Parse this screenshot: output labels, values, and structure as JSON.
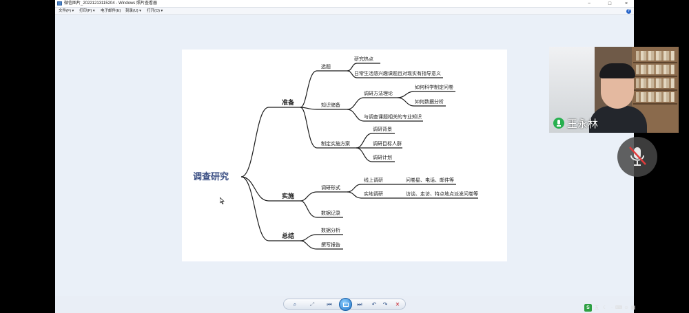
{
  "window": {
    "title": "微信图片_20221213115204 - Windows 照片查看器",
    "controls": {
      "minimize": "−",
      "maximize": "□",
      "close": "×"
    }
  },
  "menu": {
    "items": [
      {
        "label": "文件(F)"
      },
      {
        "label": "打印(P)"
      },
      {
        "label": "电子邮件(E)"
      },
      {
        "label": "刻录(U)"
      },
      {
        "label": "打开(O)"
      }
    ],
    "help": "?"
  },
  "mindmap": {
    "root": "调查研究",
    "branches": [
      {
        "label": "准备",
        "children": [
          {
            "label": "选题",
            "children": [
              {
                "label": "研究热点"
              },
              {
                "label": "日常生活感兴趣课题且对现实有指导意义"
              }
            ]
          },
          {
            "label": "知识储备",
            "children": [
              {
                "label": "调研方法理论",
                "children": [
                  {
                    "label": "如何科学制定问卷"
                  },
                  {
                    "label": "如何数据分析"
                  }
                ]
              },
              {
                "label": "与调查课题相关的专业知识"
              }
            ]
          },
          {
            "label": "制定实施方案",
            "children": [
              {
                "label": "调研背景"
              },
              {
                "label": "调研目标人群"
              },
              {
                "label": "调研计划"
              }
            ]
          }
        ]
      },
      {
        "label": "实施",
        "children": [
          {
            "label": "调研形式",
            "children": [
              {
                "label": "线上调研",
                "note": "问卷星、电话、邮件等"
              },
              {
                "label": "实地调研",
                "note": "访谈、走访、特点地点派发问卷等"
              }
            ]
          },
          {
            "label": "数据记录"
          }
        ]
      },
      {
        "label": "总结",
        "children": [
          {
            "label": "数据分析"
          },
          {
            "label": "撰写报告"
          }
        ]
      }
    ],
    "colors": {
      "root": "#3b4f84",
      "line": "#1a1a1a"
    }
  },
  "viewer_toolbar": {
    "zoom": "⌕",
    "fit": "⤢",
    "prev": "⏮",
    "next": "⏭",
    "rotate_ccw": "↶",
    "rotate_cw": "↷",
    "delete": "✕"
  },
  "video_call": {
    "participant_name": "王永林",
    "mic_status_color": "#27b04f"
  },
  "tray": {
    "ime": "五"
  }
}
